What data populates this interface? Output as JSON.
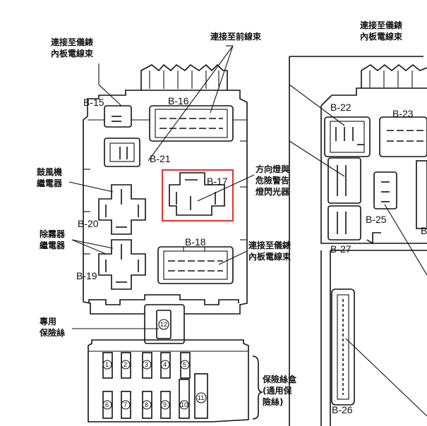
{
  "labels": {
    "top_left_connector": [
      "連接至儀錶",
      "內板電線束"
    ],
    "top_front_harness": "連接至前線束",
    "top_right_connector": [
      "連接至儀錶",
      "內板電線束"
    ],
    "blower_relay": [
      "鼓風機",
      "繼電器"
    ],
    "defog_relay": [
      "除霧器",
      "繼電器"
    ],
    "turn_signal": [
      "方向燈與",
      "危險警告",
      "燈閃光器"
    ],
    "mid_right_connector": [
      "連接至儀錶",
      "內板電線束"
    ],
    "dedicated_fuse": [
      "專用",
      "保險絲"
    ],
    "fuse_box": [
      "保險絲盒",
      "(通用保",
      "險絲)"
    ]
  },
  "connectors": {
    "b15": "B-15",
    "b16": "B-16",
    "b17": "B-17",
    "b18": "B-18",
    "b19": "B-19",
    "b20": "B-20",
    "b21": "B-21",
    "b22": "B-22",
    "b23": "B-23",
    "b25": "B-25",
    "b26": "B-26",
    "b27": "B-27",
    "b_partial": "B"
  },
  "fuses": {
    "f1": "1",
    "f2": "2",
    "f3": "3",
    "f4": "4",
    "f5": "5",
    "f6": "6",
    "f7": "7",
    "f8": "8",
    "f9": "9",
    "f10": "10",
    "f11": "11",
    "f12": "12"
  },
  "colors": {
    "line": "#111111",
    "highlight": "#e0322d",
    "background": "#ffffff"
  }
}
